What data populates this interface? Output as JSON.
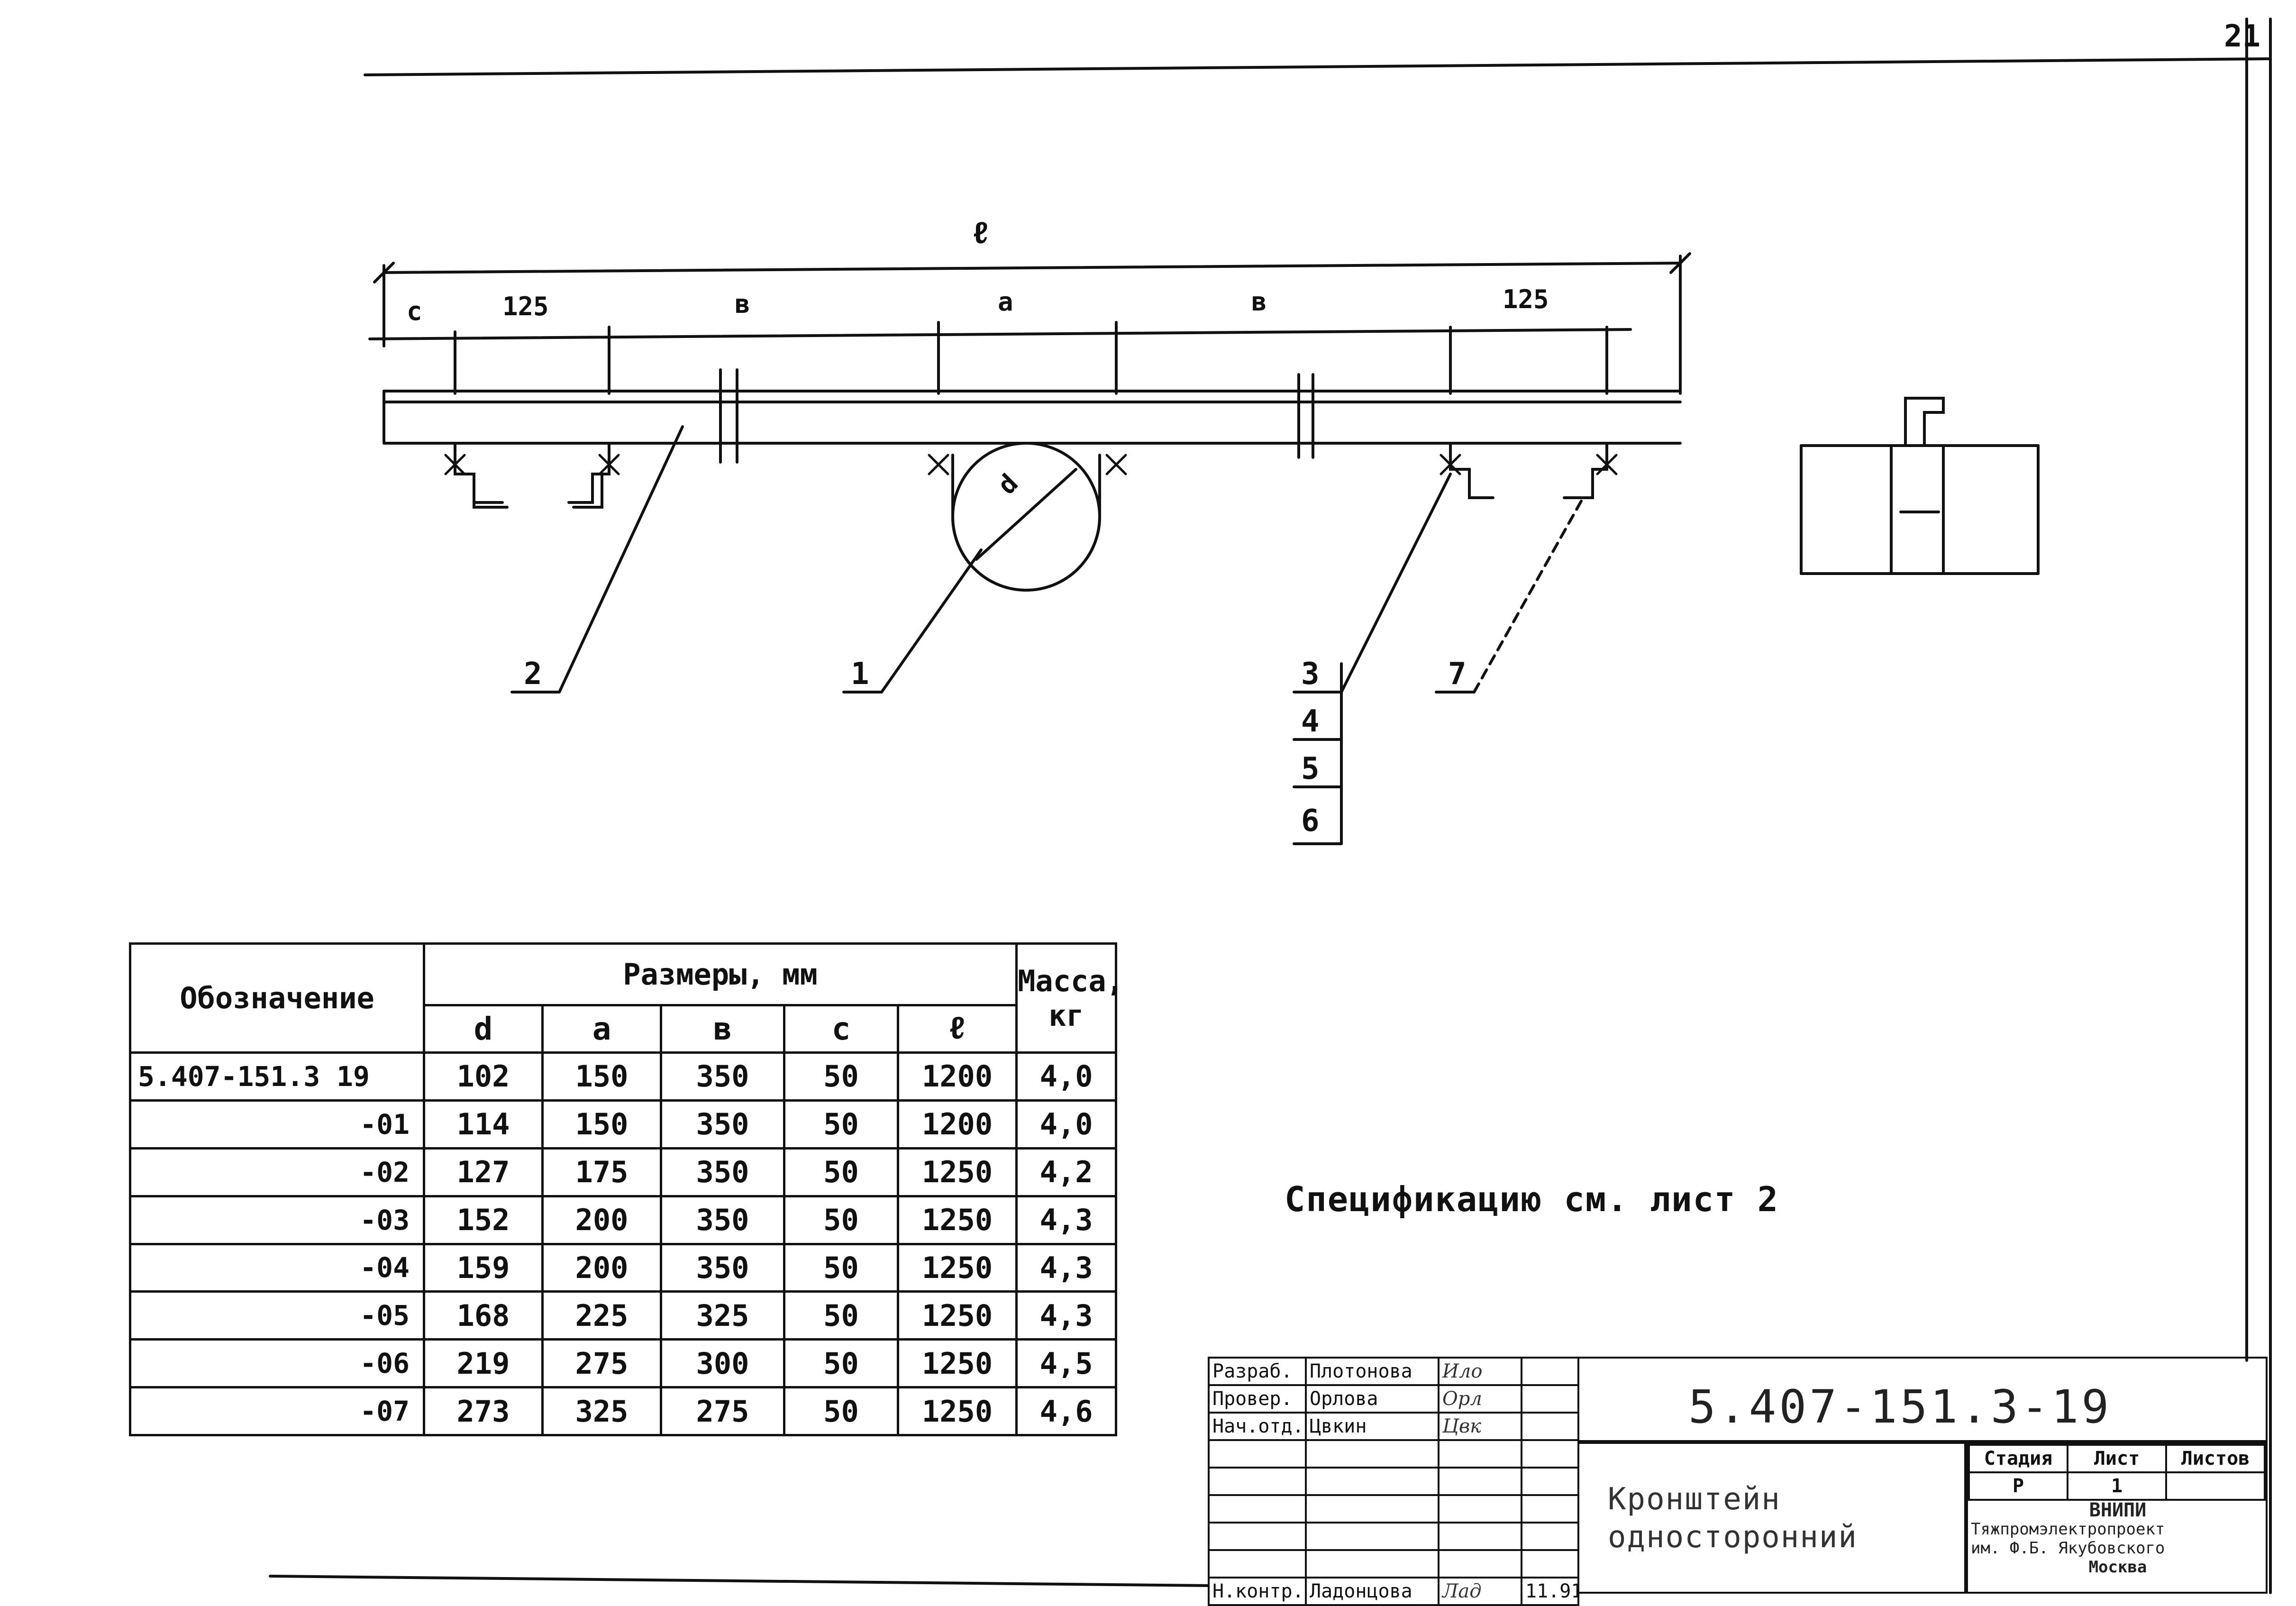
{
  "sheet_number": "21",
  "drawing": {
    "dims": {
      "l": "ℓ",
      "c": "c",
      "d125_left": "125",
      "b_left": "в",
      "a": "а",
      "b_right": "в",
      "d125_right": "125",
      "d": "d"
    },
    "callouts": {
      "p1": "1",
      "p2": "2",
      "p3": "3",
      "p4": "4",
      "p5": "5",
      "p6": "6",
      "p7": "7"
    }
  },
  "sizes_table": {
    "designation_header": "Обозначение",
    "dims_header": "Размеры, мм",
    "mass_header": "Масса, кг",
    "columns": [
      "d",
      "а",
      "в",
      "с",
      "ℓ"
    ],
    "rows": [
      {
        "designation": "5.407-151.3 19",
        "d": "102",
        "a": "150",
        "b": "350",
        "c": "50",
        "l": "1200",
        "mass": "4,0"
      },
      {
        "designation": "-01",
        "d": "114",
        "a": "150",
        "b": "350",
        "c": "50",
        "l": "1200",
        "mass": "4,0"
      },
      {
        "designation": "-02",
        "d": "127",
        "a": "175",
        "b": "350",
        "c": "50",
        "l": "1250",
        "mass": "4,2"
      },
      {
        "designation": "-03",
        "d": "152",
        "a": "200",
        "b": "350",
        "c": "50",
        "l": "1250",
        "mass": "4,3"
      },
      {
        "designation": "-04",
        "d": "159",
        "a": "200",
        "b": "350",
        "c": "50",
        "l": "1250",
        "mass": "4,3"
      },
      {
        "designation": "-05",
        "d": "168",
        "a": "225",
        "b": "325",
        "c": "50",
        "l": "1250",
        "mass": "4,3"
      },
      {
        "designation": "-06",
        "d": "219",
        "a": "275",
        "b": "300",
        "c": "50",
        "l": "1250",
        "mass": "4,5"
      },
      {
        "designation": "-07",
        "d": "273",
        "a": "325",
        "b": "275",
        "c": "50",
        "l": "1250",
        "mass": "4,6"
      }
    ]
  },
  "spec_note": "Спецификацию см. лист 2",
  "title_block": {
    "signatures": [
      {
        "role": "Разраб.",
        "name": "Плотонова",
        "sig": "Ило",
        "date": ""
      },
      {
        "role": "Провер.",
        "name": "Орлова",
        "sig": "Орл",
        "date": ""
      },
      {
        "role": "Нач.отд.",
        "name": "Цвкин",
        "sig": "Цвк",
        "date": ""
      },
      {
        "role": "Н.контр.",
        "name": "Ладонцова",
        "sig": "Лад",
        "date": "11.91"
      }
    ],
    "doc_code": "5.407-151.3-19",
    "name_line1": "Кронштейн",
    "name_line2": "односторонний",
    "stage_header": "Стадия",
    "sheet_header": "Лист",
    "sheets_header": "Листов",
    "stage_value": "Р",
    "sheet_value": "1",
    "sheets_value": "",
    "org_line1": "ВНИПИ",
    "org_line2": "Тяжпромэлектропроект",
    "org_line3": "им. Ф.Б. Якубовского",
    "org_line4": "Москва"
  }
}
